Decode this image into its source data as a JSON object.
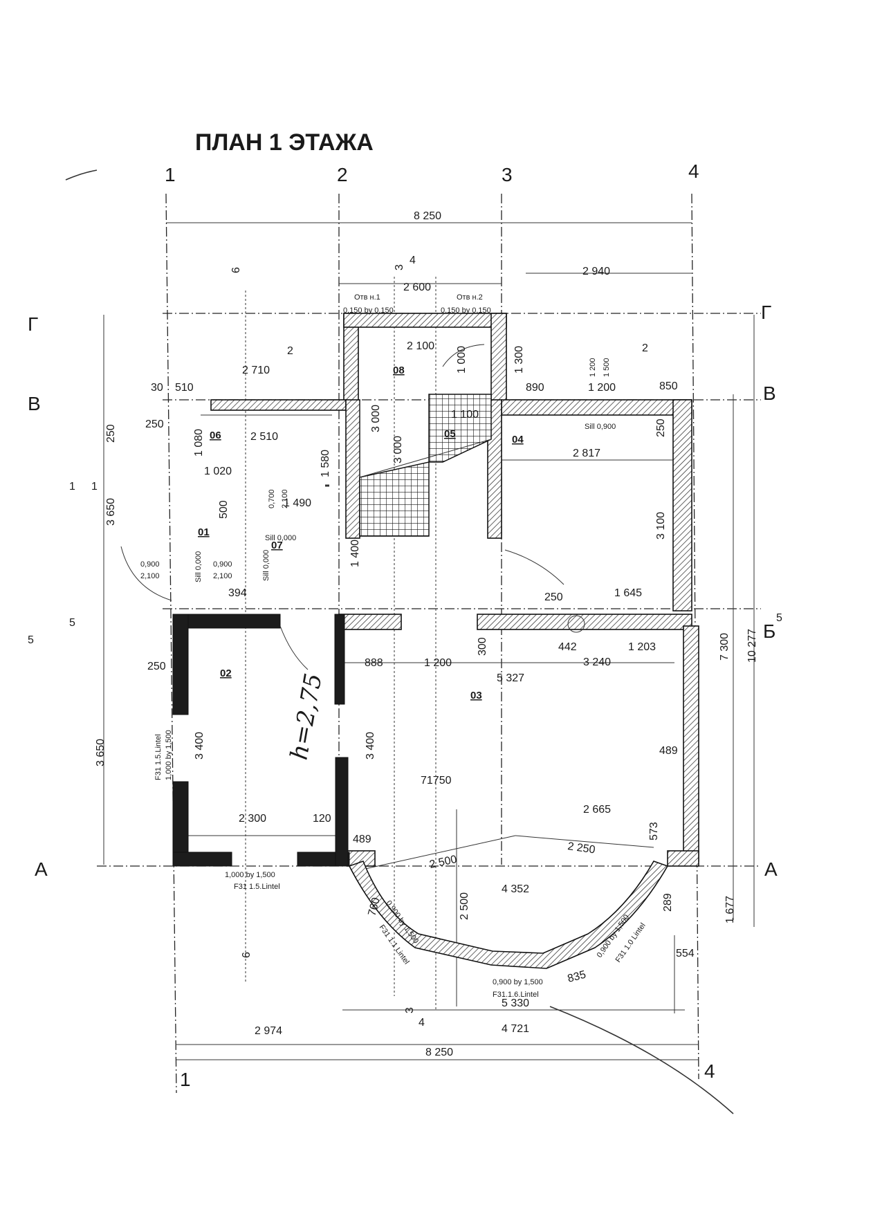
{
  "title": "ПЛАН 1 ЭТАЖА",
  "axes": {
    "col_1": "1",
    "col_2": "2",
    "col_3": "3",
    "col_4": "4",
    "col_1_bottom": "1",
    "col_4_bottom": "4",
    "row_g_left": "Г",
    "row_g_right": "Г",
    "row_v_left": "В",
    "row_v_right": "В",
    "row_b_right": "Б",
    "row_b_sup": "5",
    "row_a_left": "А",
    "row_a_right": "А"
  },
  "rooms": {
    "r01": "01",
    "r02": "02",
    "r03": "03",
    "r04": "04",
    "r05": "05",
    "r06": "06",
    "r07": "07",
    "r08": "08"
  },
  "ceiling_height": "h=2,75",
  "dimensions": {
    "total_top": "8 250",
    "d2940": "2 940",
    "d2600": "2 600",
    "d2100": "2 100",
    "d2710": "2 710",
    "d510": "510",
    "d30": "30",
    "d1300": "1 300",
    "d1000": "1 000",
    "d890": "890",
    "d1200_top": "1 200",
    "d850": "850",
    "d250_a": "250",
    "d250_b": "250",
    "d2510": "2 510",
    "d1080": "1 080",
    "d1020": "1 020",
    "d3000_a": "3 000",
    "d3000_b": "3 000",
    "d1100": "1 100",
    "d2817": "2 817",
    "d250_c": "250",
    "d1580": "1 580",
    "d1490": "1 490",
    "d500": "500",
    "d3100": "3 100",
    "d3650_top": "3 650",
    "d1400": "1 400",
    "d394": "394",
    "d1645": "1 645",
    "d250_d": "250",
    "d250_left": "250",
    "d888": "888",
    "d1200_mid": "1 200",
    "d300": "300",
    "d442": "442",
    "d3240": "3 240",
    "d1203": "1 203",
    "d5327": "5 327",
    "d3400_a": "3 400",
    "d3400_b": "3 400",
    "d3650_bot": "3 650",
    "d7300": "7 300",
    "d10277": "10 277",
    "d489_a": "489",
    "d71750": "71750",
    "d2665": "2 665",
    "d573": "573",
    "d2300": "2 300",
    "d120": "120",
    "d489_b": "489",
    "d2500_a": "2 500",
    "d2250": "2 250",
    "d2500_b": "2 500",
    "d4352": "4 352",
    "d760": "760",
    "d289": "289",
    "d1677": "1 677",
    "d554": "554",
    "d835": "835",
    "d5330": "5 330",
    "d2974": "2 974",
    "d4721": "4 721",
    "total_bottom": "8 250",
    "d1_left": "1",
    "d1_right": "1",
    "d9_top": "6",
    "d9_bottom": "6",
    "d2_left": "2",
    "d2_right": "2",
    "d3_a": "3",
    "d4_a": "4",
    "d3_b": "3",
    "d4_b": "4",
    "d5_left": "5",
    "d5_far": "5"
  },
  "openings": {
    "otv1": "Отв н.1",
    "otv1_size": "0,150 by 0,150",
    "otv2": "Отв н.2",
    "otv2_size": "0,150 by 0,150",
    "sill_04": "Sill 0,900",
    "sill_07": "Sill 0,000",
    "sill_01a": "Sill 0,000",
    "sill_01b": "Sill 0,000",
    "door_01_w": "0,900",
    "door_01_h": "2,100",
    "door_07_w": "0,900",
    "door_07_h": "2,100",
    "d0700": "0,700",
    "d2100": "2,100",
    "w1200": "1 200",
    "w1500": "1 500",
    "w_left_lintel": "F31 1.5.Lintel",
    "w_left_size": "1,000 by 1,500",
    "w_bottom_size": "1,000 by 1,500",
    "w_bottom_lintel": "F31 1.5.Lintel",
    "bay_left_size": "0,900 by 1,500",
    "bay_left_lintel": "F31 1.1 Lintel",
    "bay_mid_size": "0,900 by 1,500",
    "bay_mid_lintel": "F31.1.6.Lintel",
    "bay_right_size": "0,900 by 1,500",
    "bay_right_lintel": "F31 1.0 Lintel"
  }
}
